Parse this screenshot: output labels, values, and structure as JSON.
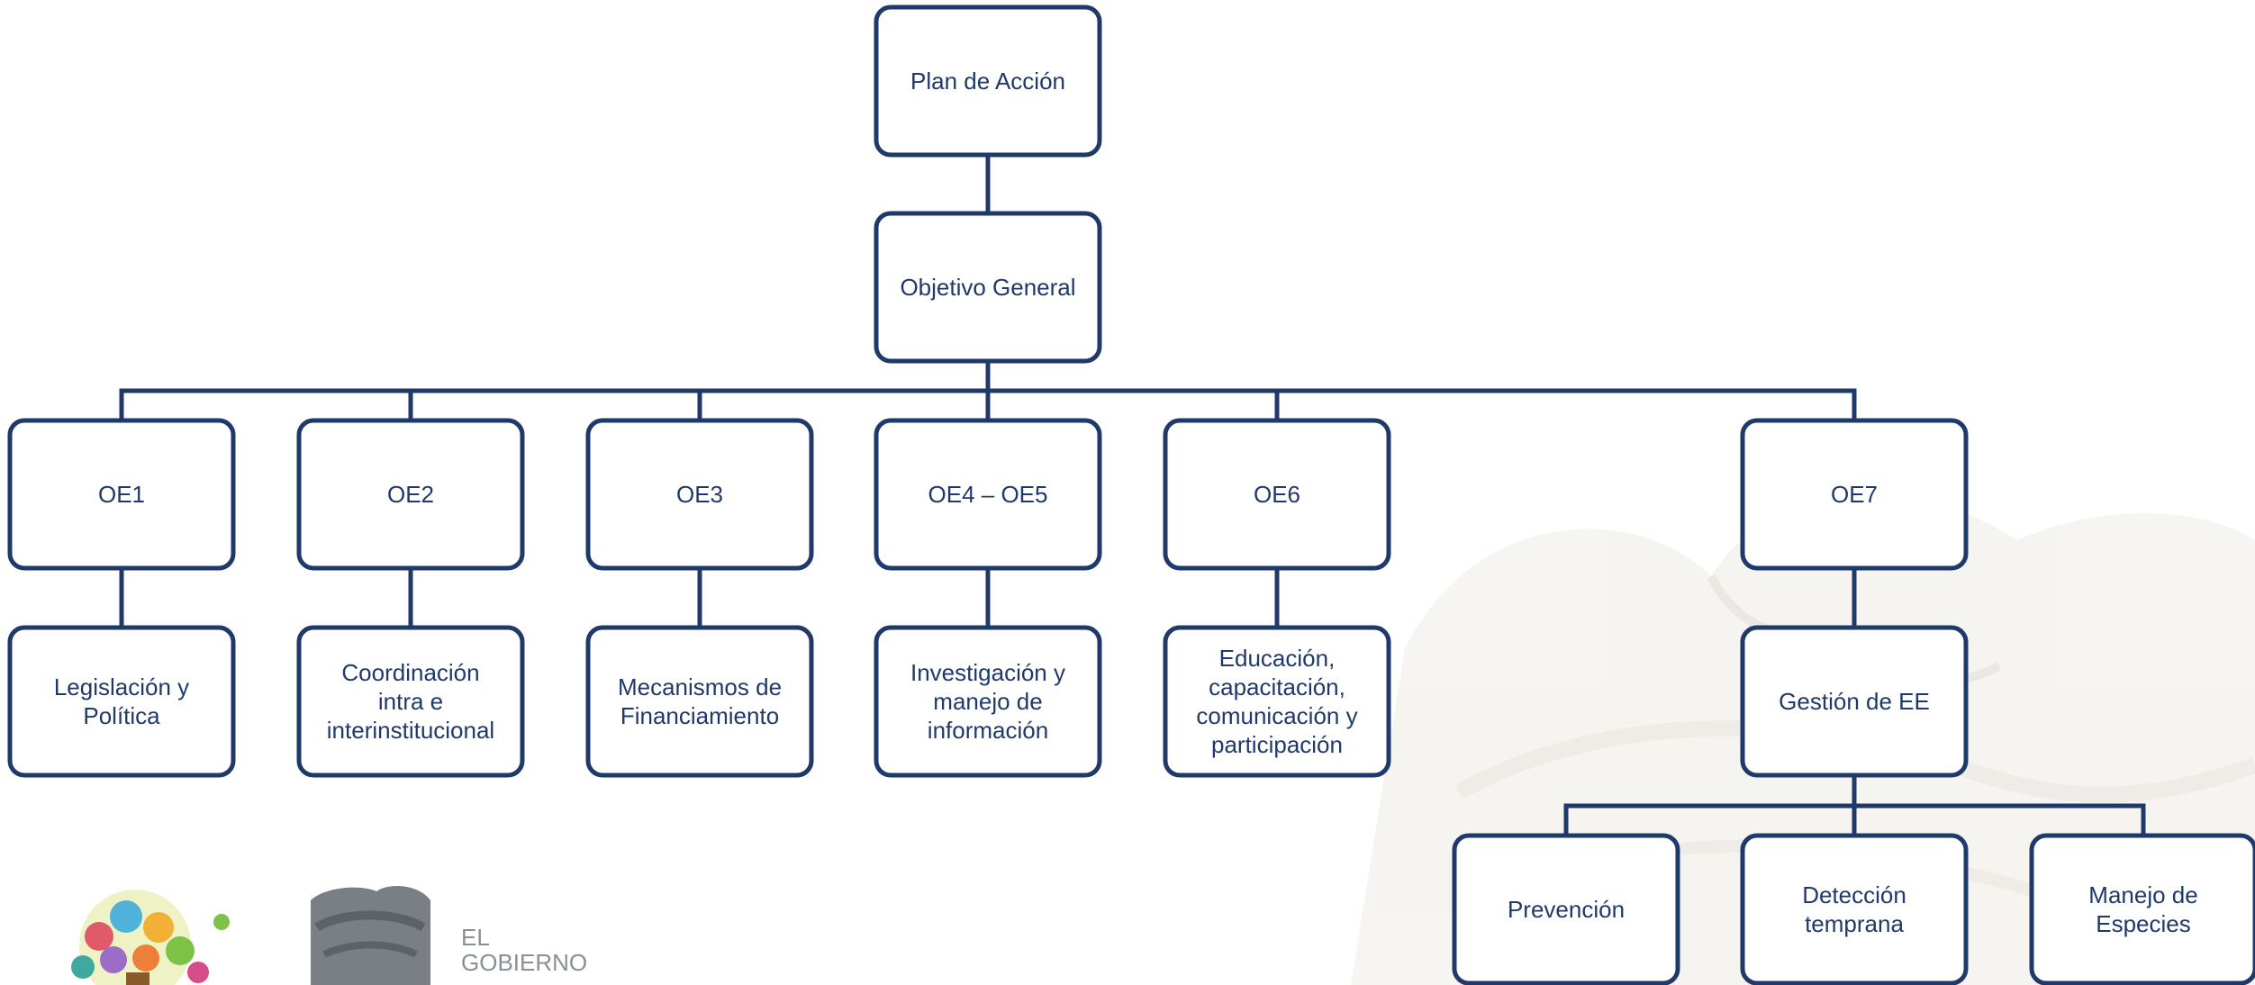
{
  "diagram": {
    "nodes": {
      "root": {
        "lines": [
          "Plan de Acción"
        ]
      },
      "general": {
        "lines": [
          "Objetivo General"
        ]
      },
      "oe1": {
        "lines": [
          "OE1"
        ]
      },
      "oe2": {
        "lines": [
          "OE2"
        ]
      },
      "oe3": {
        "lines": [
          "OE3"
        ]
      },
      "oe45": {
        "lines": [
          "OE4 – OE5"
        ]
      },
      "oe6": {
        "lines": [
          "OE6"
        ]
      },
      "oe7": {
        "lines": [
          "OE7"
        ]
      },
      "leg": {
        "lines": [
          "Legislación y",
          "Política"
        ]
      },
      "coord": {
        "lines": [
          "Coordinación",
          "intra e",
          "interinstitucional"
        ]
      },
      "mec": {
        "lines": [
          "Mecanismos de",
          "Financiamiento"
        ]
      },
      "inv": {
        "lines": [
          "Investigación y",
          "manejo de",
          "información"
        ]
      },
      "edu": {
        "lines": [
          "Educación,",
          "capacitación,",
          "comunicación y",
          "participación"
        ]
      },
      "gest": {
        "lines": [
          "Gestión de EE"
        ]
      },
      "prev": {
        "lines": [
          "Prevención"
        ]
      },
      "det": {
        "lines": [
          "Detección",
          "temprana"
        ]
      },
      "man": {
        "lines": [
          "Manejo de",
          "Especies"
        ]
      }
    },
    "edges": [
      [
        "root",
        "general"
      ],
      [
        "general",
        "oe1"
      ],
      [
        "general",
        "oe2"
      ],
      [
        "general",
        "oe3"
      ],
      [
        "general",
        "oe45"
      ],
      [
        "general",
        "oe6"
      ],
      [
        "general",
        "oe7"
      ],
      [
        "oe1",
        "leg"
      ],
      [
        "oe2",
        "coord"
      ],
      [
        "oe3",
        "mec"
      ],
      [
        "oe45",
        "inv"
      ],
      [
        "oe6",
        "edu"
      ],
      [
        "oe7",
        "gest"
      ],
      [
        "gest",
        "prev"
      ],
      [
        "gest",
        "det"
      ],
      [
        "gest",
        "man"
      ]
    ]
  },
  "logos": {
    "government": {
      "lines": [
        "EL",
        "GOBIERNO"
      ]
    }
  },
  "colors": {
    "box_border": "#1f3a6a",
    "text": "#1f3a6a",
    "background": "#ffffff",
    "watermark": "#ece9e3"
  }
}
